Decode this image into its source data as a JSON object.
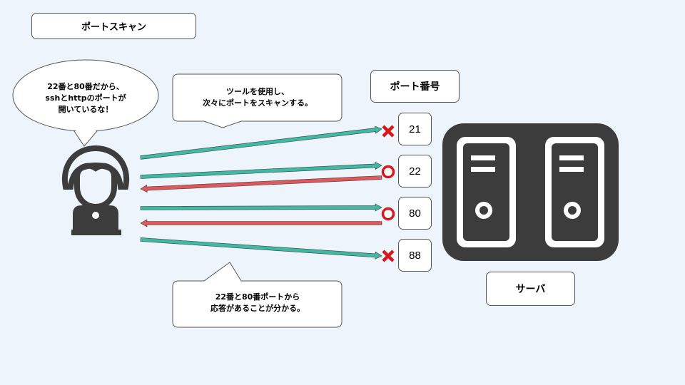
{
  "title": "ポートスキャン",
  "speech_bubble": {
    "text": "22番と80番だから、\nsshとhttpのポートが\n開いているな！"
  },
  "tool_callout": {
    "text": "ツールを使用し、\n次々にポートをスキャンする。"
  },
  "result_callout": {
    "text": "22番と80番ポートから\n応答があることが分かる。"
  },
  "port_header": "ポート番号",
  "server_label": "サーバ",
  "ports": [
    {
      "number": "21",
      "status": "closed",
      "response": false
    },
    {
      "number": "22",
      "status": "open",
      "response": true
    },
    {
      "number": "80",
      "status": "open",
      "response": true
    },
    {
      "number": "88",
      "status": "closed",
      "response": false
    }
  ],
  "colors": {
    "request_arrow": "#3fb8a4",
    "response_arrow": "#e0575c",
    "closed_mark": "#d7191c",
    "open_mark": "#d7191c",
    "server": "#3c3c3c",
    "background": "#eef4fb"
  },
  "icons": {
    "user": "person-with-laptop-icon",
    "server": "server-pair-icon",
    "closed": "x-mark-icon",
    "open": "circle-mark-icon"
  }
}
